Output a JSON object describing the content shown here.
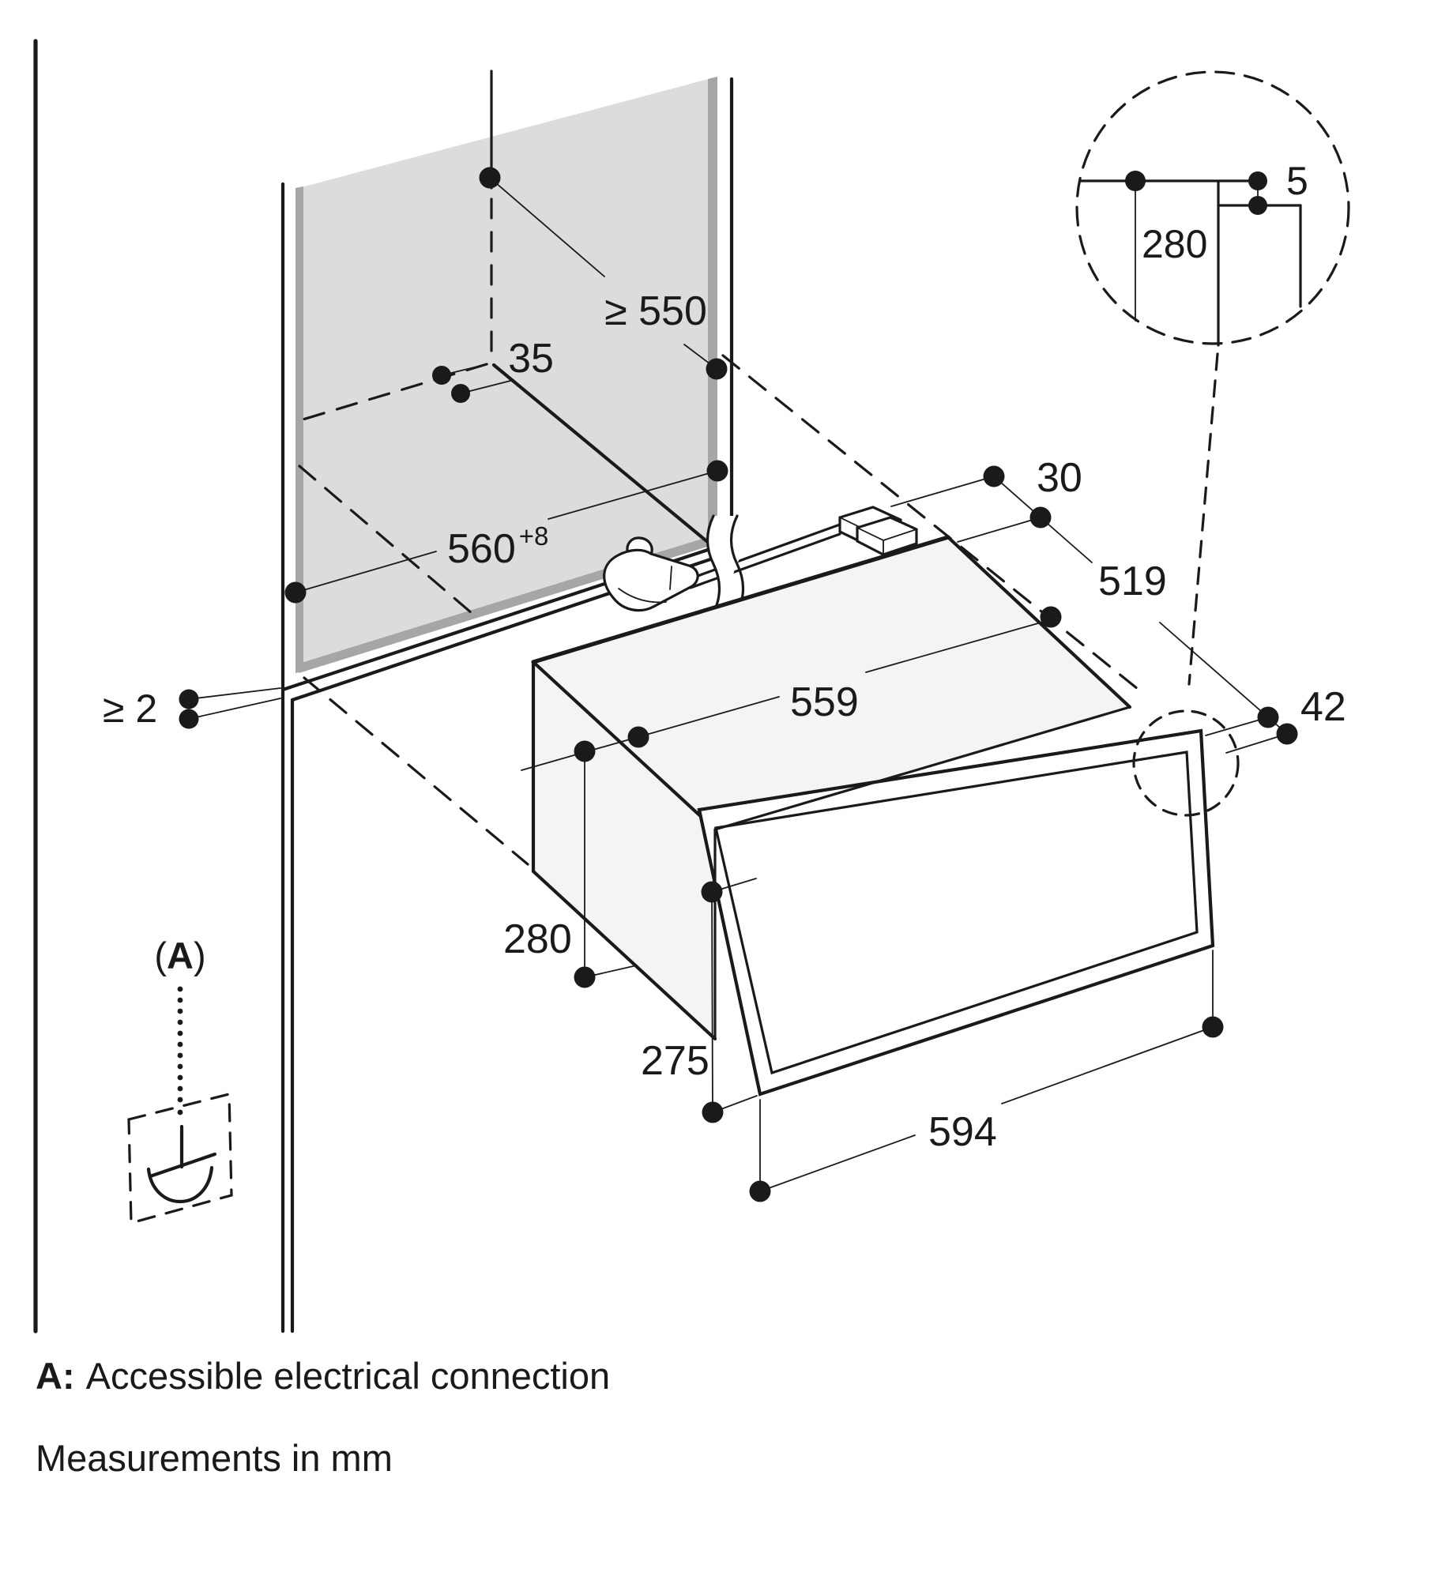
{
  "labels": {
    "clearance_depth": "≥ 550",
    "recess": "35",
    "niche_width": "560",
    "niche_width_tolerance": "+8",
    "front_gap": "≥ 2",
    "rear_gap": "30",
    "appliance_depth": "519",
    "frame_offset": "42",
    "appliance_width": "559",
    "appliance_height": "280",
    "front_height": "275",
    "front_width": "594"
  },
  "detail": {
    "niche_height": "280",
    "top_gap": "5"
  },
  "callout": {
    "open": "(",
    "letter": "A",
    "close": ")"
  },
  "legend": {
    "key": "A:",
    "text": "Accessible electrical connection"
  },
  "units_note": "Measurements in mm",
  "colors": {
    "line": "#1a1a1a",
    "panel_fill": "#dcdcdc",
    "panel_edge": "#a6a6a6",
    "appliance_fill": "#f4f4f4",
    "background": "#ffffff"
  }
}
